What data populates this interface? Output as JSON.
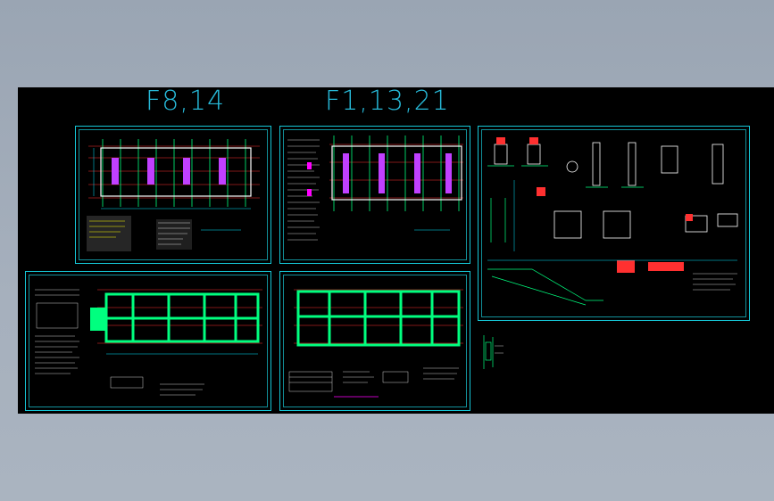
{
  "labels": {
    "left": "F8,14",
    "right": "F1,13,21"
  },
  "sheets": [
    {
      "id": "plan-top-left"
    },
    {
      "id": "plan-top-middle"
    },
    {
      "id": "details-right"
    },
    {
      "id": "plan-bottom-left"
    },
    {
      "id": "plan-bottom-middle"
    }
  ],
  "colors": {
    "background": "#000000",
    "frame": "#15c6d6",
    "wall": "#00ff7f",
    "grid": "#ff3030",
    "dimension": "#00e5ff",
    "text": "#ffffff",
    "accent": "#ff00ff"
  }
}
